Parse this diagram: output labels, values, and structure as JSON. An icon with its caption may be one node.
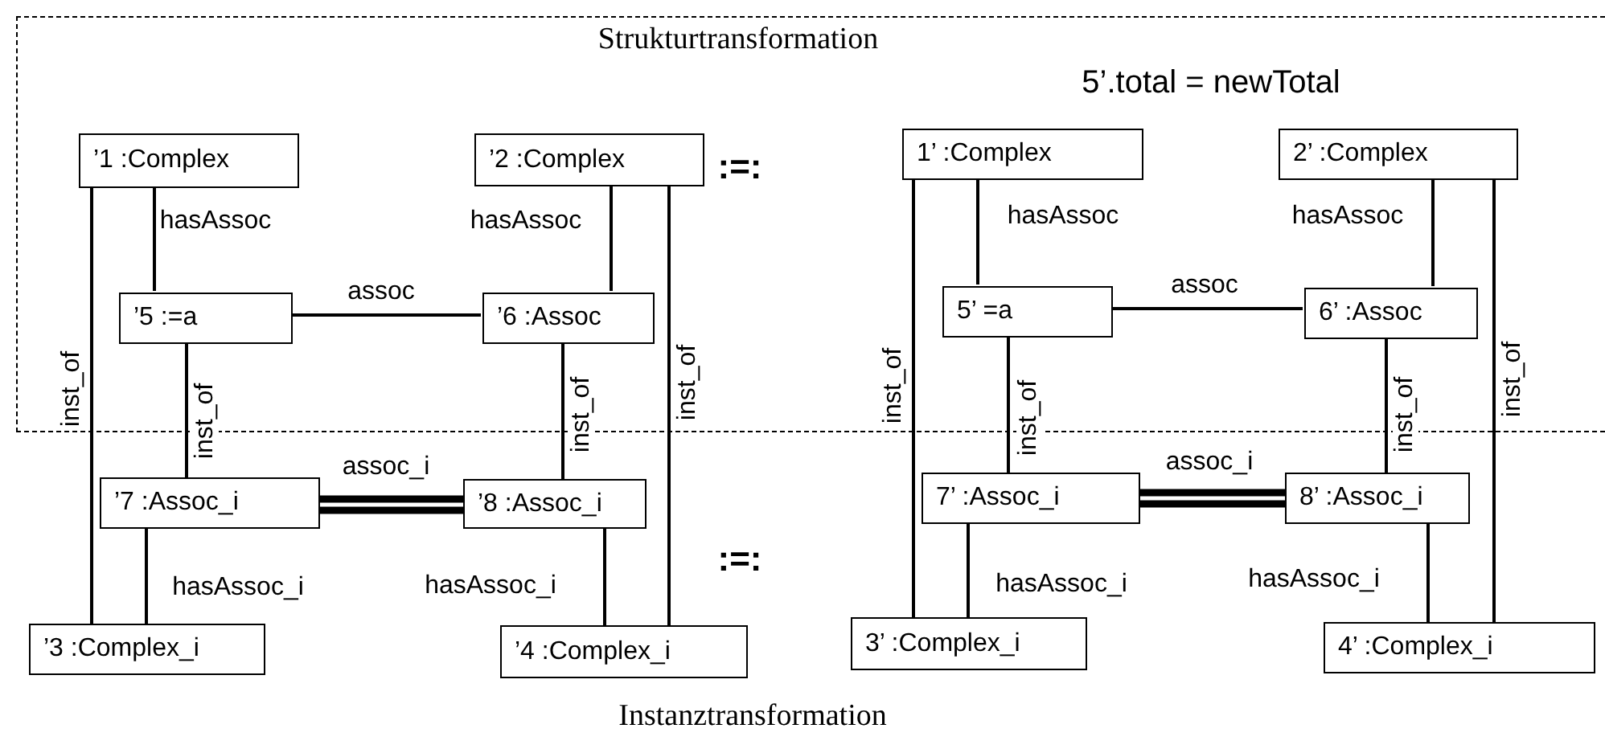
{
  "diagram": {
    "nodes": [
      {
        "text": [
          "Strukturtransformation"
        ]
      },
      {
        "text": [
          "’1 :Complex"
        ],
        "in": 0
      },
      {
        "text": [
          "’2 :Complex"
        ],
        "in": 0
      },
      {
        "text": [
          "1’ :Complex"
        ],
        "in": 0
      },
      {
        "text": [
          "2’ :Complex"
        ],
        "in": 0
      },
      {
        "text": [
          "’5 :=a"
        ],
        "in": 0
      },
      {
        "text": [
          "’6 :Assoc"
        ],
        "in": 0
      },
      {
        "text": [
          "5’ =a"
        ],
        "in": 0
      },
      {
        "text": [
          "6’ :Assoc"
        ],
        "in": 0
      },
      {
        "text": [
          "’7 :Assoc_i"
        ]
      },
      {
        "text": [
          "’8 :Assoc_i"
        ]
      },
      {
        "text": [
          "7’ :Assoc_i"
        ]
      },
      {
        "text": [
          "8’ :Assoc_i"
        ]
      },
      {
        "text": [
          "’3 :Complex_i"
        ]
      },
      {
        "text": [
          "’4 :Complex_i"
        ]
      },
      {
        "text": [
          "3’ :Complex_i"
        ]
      },
      {
        "text": [
          "4’ :Complex_i"
        ]
      }
    ],
    "edges": [
      {
        "from": 1,
        "to": 5,
        "label": "hasAssoc",
        "arrow": "none"
      },
      {
        "from": 2,
        "to": 6,
        "label": "hasAssoc",
        "arrow": "none"
      },
      {
        "from": 5,
        "to": 6,
        "label": "assoc",
        "arrow": "none"
      },
      {
        "from": 1,
        "to": 13,
        "label": "inst_of",
        "arrow": "none"
      },
      {
        "from": 5,
        "to": 9,
        "label": "inst_of",
        "arrow": "none"
      },
      {
        "from": 6,
        "to": 10,
        "label": "inst_of",
        "arrow": "none"
      },
      {
        "from": 2,
        "to": 14,
        "label": "inst_of",
        "arrow": "none"
      },
      {
        "from": 9,
        "to": 10,
        "label": "assoc_i",
        "arrow": "none",
        "style": "thick"
      },
      {
        "from": 9,
        "to": 13,
        "label": "hasAssoc_i",
        "arrow": "none"
      },
      {
        "from": 10,
        "to": 14,
        "label": "hasAssoc_i",
        "arrow": "none"
      },
      {
        "from": 3,
        "to": 7,
        "label": "hasAssoc",
        "arrow": "none"
      },
      {
        "from": 4,
        "to": 8,
        "label": "hasAssoc",
        "arrow": "none"
      },
      {
        "from": 7,
        "to": 8,
        "label": "assoc",
        "arrow": "none"
      },
      {
        "from": 3,
        "to": 15,
        "label": "inst_of",
        "arrow": "none"
      },
      {
        "from": 7,
        "to": 11,
        "label": "inst_of",
        "arrow": "none"
      },
      {
        "from": 8,
        "to": 12,
        "label": "inst_of",
        "arrow": "none"
      },
      {
        "from": 4,
        "to": 16,
        "label": "inst_of",
        "arrow": "none"
      },
      {
        "from": 11,
        "to": 12,
        "label": "assoc_i",
        "arrow": "none",
        "style": "thick"
      },
      {
        "from": 11,
        "to": 15,
        "label": "hasAssoc_i",
        "arrow": "none"
      },
      {
        "from": 12,
        "to": 16,
        "label": "hasAssoc_i",
        "arrow": "none"
      }
    ],
    "labels": [
      "5’.total = newTotal",
      ":=:",
      ":=:",
      "Instanztransformation"
    ]
  }
}
